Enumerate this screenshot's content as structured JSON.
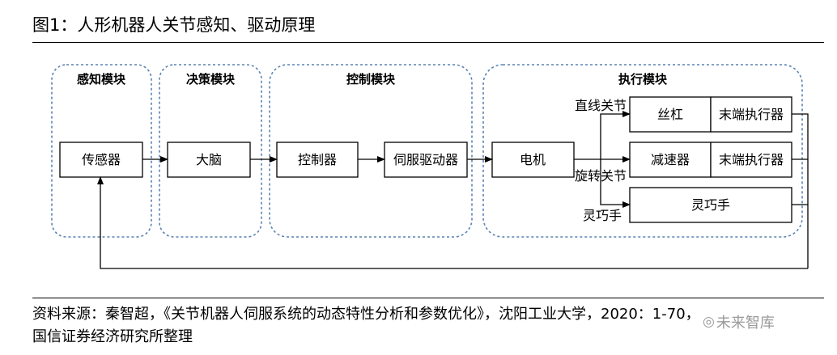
{
  "title": "图1：人形机器人关节感知、驱动原理",
  "modules": {
    "perception": "感知模块",
    "decision": "决策模块",
    "control": "控制模块",
    "execution": "执行模块"
  },
  "nodes": {
    "sensor": "传感器",
    "brain": "大脑",
    "controller": "控制器",
    "servo_driver": "伺服驱动器",
    "motor": "电机",
    "lead_screw": "丝杠",
    "end_effector_1": "末端执行器",
    "reducer": "减速器",
    "end_effector_2": "末端执行器",
    "dexterous_hand_node": "灵巧手"
  },
  "edge_labels": {
    "linear_joint": "直线关节",
    "rotary_joint": "旋转关节",
    "dexterous_hand": "灵巧手"
  },
  "source": {
    "line1": "资料来源：秦智超，《关节机器人伺服系统的动态特性分析和参数优化》，沈阳工业大学，2020：1-70，",
    "line2": "国信证券经济研究所整理"
  },
  "watermark": {
    "icon": "camera-icon",
    "text": "未来智库"
  },
  "colors": {
    "module_border": "#5a82b3",
    "box_border": "#000000",
    "watermark": "#9a9a9a"
  }
}
